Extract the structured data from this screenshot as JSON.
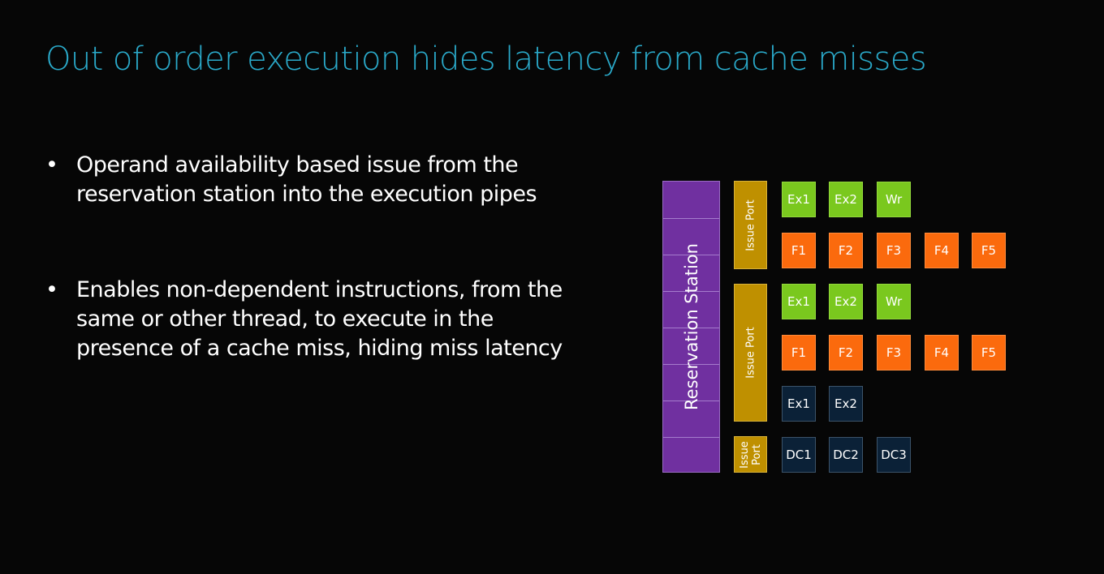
{
  "slide": {
    "title": "Out of order execution hides latency from cache misses",
    "bullets": [
      "Operand availability based issue from the reservation station into the execution pipes",
      "Enables non-dependent instructions, from the same or other thread, to execute in the presence of a cache miss, hiding miss latency"
    ],
    "bullet_marker": "•"
  },
  "diagram": {
    "reservation_station": "Reservation Station",
    "issue_port_1": "Issue Port",
    "issue_port_2": "Issue Port",
    "issue_port_3": "Issue Port",
    "pipe1_int": [
      "Ex1",
      "Ex2",
      "Wr"
    ],
    "pipe1_fp": [
      "F1",
      "F2",
      "F3",
      "F4",
      "F5"
    ],
    "pipe2_int": [
      "Ex1",
      "Ex2",
      "Wr"
    ],
    "pipe2_fp": [
      "F1",
      "F2",
      "F3",
      "F4",
      "F5"
    ],
    "pipe2_ex": [
      "Ex1",
      "Ex2"
    ],
    "load_store": [
      "DC1",
      "DC2",
      "DC3"
    ]
  },
  "colors": {
    "background": "#060606",
    "title": "#2aa9c9",
    "reservation_station": "#7030a0",
    "issue_port": "#bf9000",
    "integer_stage": "#7ac81e",
    "fp_stage": "#fb6a0d",
    "dark_stage": "#0b2137"
  }
}
